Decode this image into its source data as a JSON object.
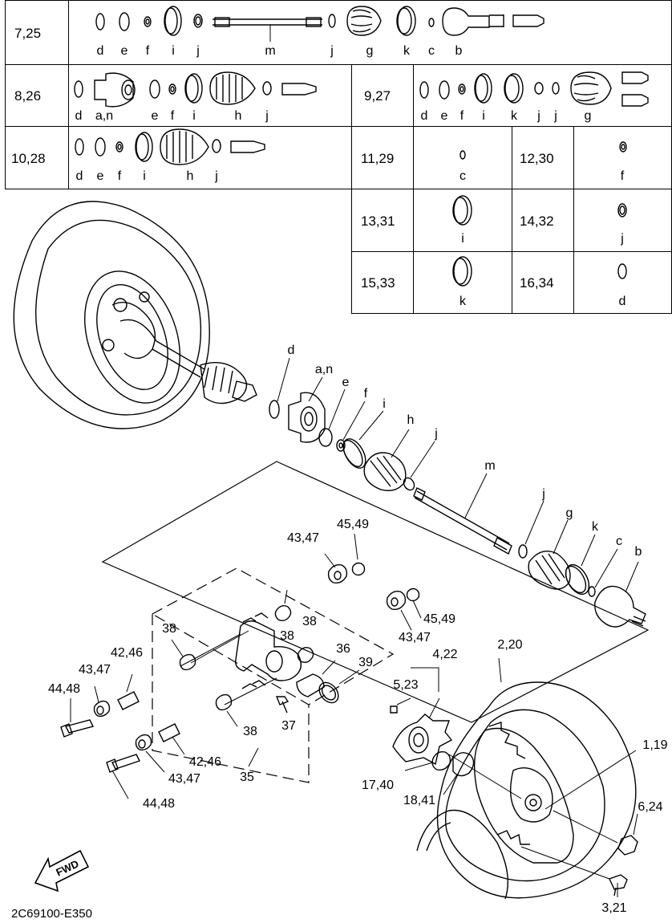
{
  "table": {
    "rows": [
      {
        "key": "7,25",
        "labels": [
          "d",
          "e",
          "f",
          "i",
          "j",
          "m",
          "j",
          "g",
          "k",
          "c",
          "b"
        ]
      },
      {
        "key": "8,26",
        "labels": [
          "d",
          "a,n",
          "e",
          "f",
          "i",
          "h",
          "j"
        ]
      },
      {
        "key": "9,27",
        "labels": [
          "d",
          "e",
          "f",
          "i",
          "k",
          "j",
          "j",
          "g"
        ]
      },
      {
        "key": "10,28",
        "labels": [
          "d",
          "e",
          "f",
          "i",
          "h",
          "j"
        ]
      },
      {
        "key": "11,29",
        "labels": [
          "c"
        ]
      },
      {
        "key": "12,30",
        "labels": [
          "f"
        ]
      },
      {
        "key": "13,31",
        "labels": [
          "i"
        ]
      },
      {
        "key": "14,32",
        "labels": [
          "j"
        ]
      },
      {
        "key": "15,33",
        "labels": [
          "k"
        ]
      },
      {
        "key": "16,34",
        "labels": [
          "d"
        ]
      }
    ]
  },
  "callouts": {
    "d": "d",
    "an": "a,n",
    "e": "e",
    "f": "f",
    "i": "i",
    "h": "h",
    "j1": "j",
    "m": "m",
    "j2": "j",
    "g": "g",
    "k": "k",
    "c": "c",
    "b": "b",
    "p4347a": "43,47",
    "p4549a": "45,49",
    "p38a": "38",
    "p38b": "38",
    "p38c": "38",
    "p4549b": "45,49",
    "p4347b": "43,47",
    "p4246a": "42,46",
    "p4347c": "43,47",
    "p4448a": "44,48",
    "p36": "36",
    "p39": "39",
    "p422": "4,22",
    "p523": "5,23",
    "p37": "37",
    "p38d": "38",
    "p4246b": "42,46",
    "p4347d": "43,47",
    "p4448b": "44,48",
    "p35": "35",
    "p220": "2,20",
    "p119": "1,19",
    "p1740": "17,40",
    "p1841": "18,41",
    "p624": "6,24",
    "p321": "3,21"
  },
  "fwd": "FWD",
  "code": "2C69100-E350"
}
